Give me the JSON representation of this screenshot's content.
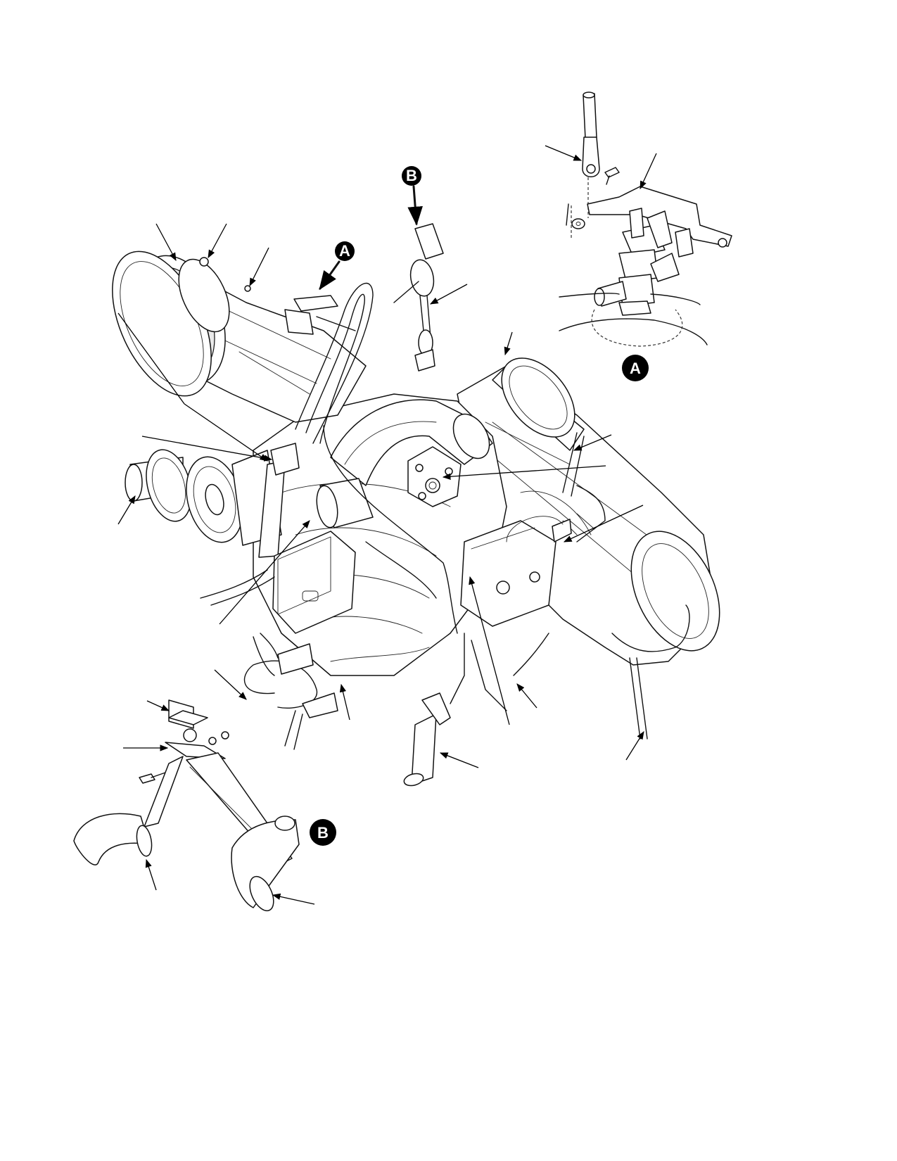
{
  "callouts": {
    "detail_a_label": "A",
    "detail_b_label": "B",
    "engine_ref_a_label": "A",
    "engine_ref_b_label": "B"
  },
  "colors": {
    "ink": "#111111",
    "badge_fill": "#000000",
    "background": "#ffffff"
  }
}
